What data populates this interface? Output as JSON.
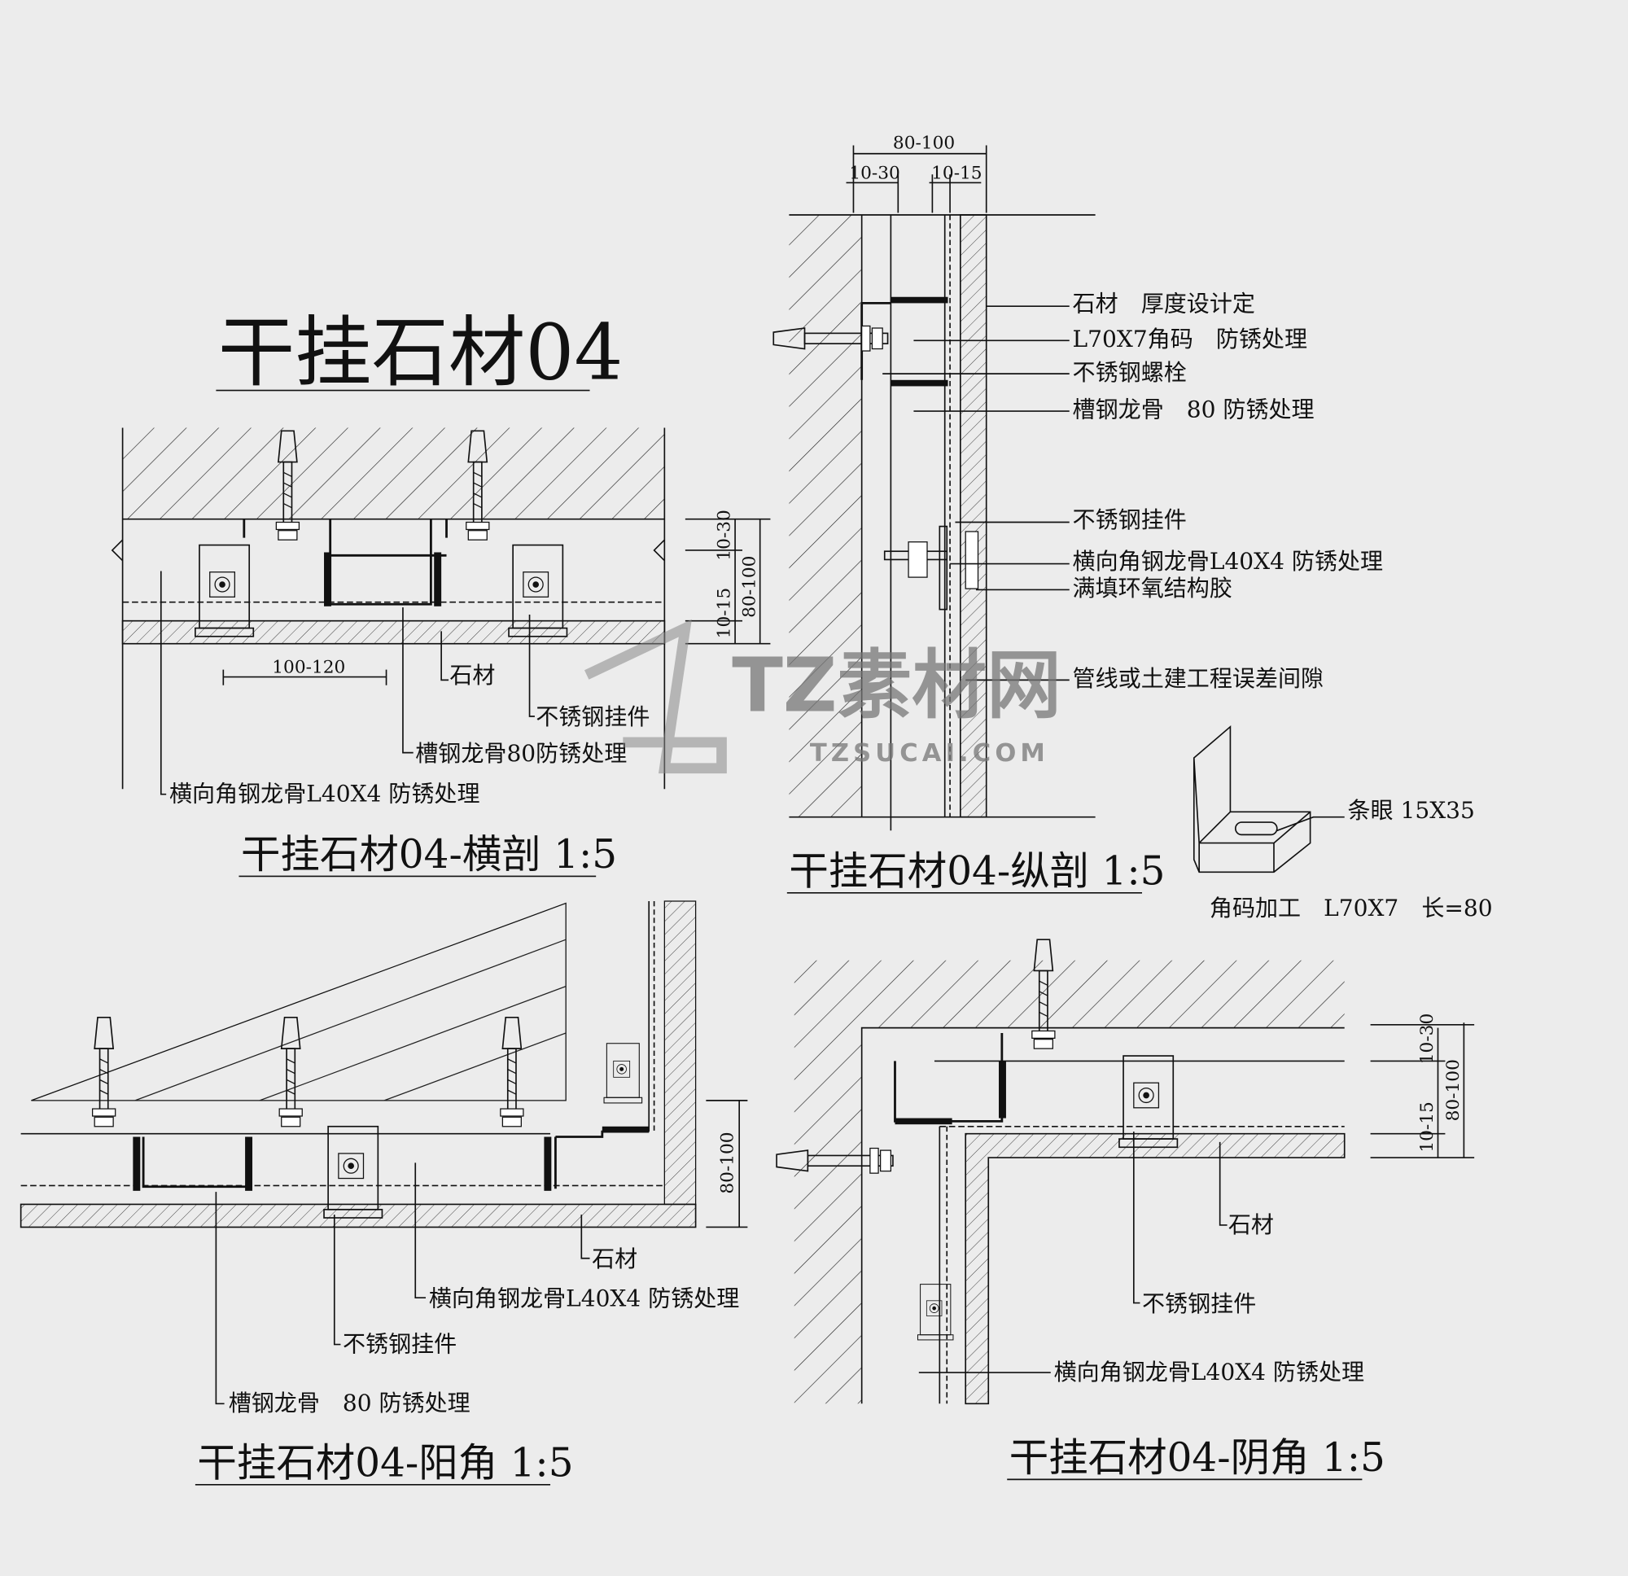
{
  "title": "干挂石材04",
  "watermark": {
    "brand": "TZ素材网",
    "url": "TZSUCAI.COM"
  },
  "cross_section": {
    "caption": "干挂石材04-横剖 1:5",
    "dims": {
      "spacing": "100-120",
      "gap_top": "10-30",
      "total": "80-100",
      "gap_bottom": "10-15"
    },
    "labels": {
      "stone": "石材",
      "hanger": "不锈钢挂件",
      "channel": "槽钢龙骨80防锈处理",
      "angle": "横向角钢龙骨L40X4 防锈处理"
    }
  },
  "long_section": {
    "caption": "干挂石材04-纵剖 1:5",
    "dims": {
      "total": "80-100",
      "gap_left": "10-30",
      "gap_right": "10-15"
    },
    "labels": {
      "stone": "石材　厚度设计定",
      "corner_code": "L70X7角码　防锈处理",
      "bolt": "不锈钢螺栓",
      "channel": "槽钢龙骨　80 防锈处理",
      "hanger": "不锈钢挂件",
      "angle": "横向角钢龙骨L40X4 防锈处理",
      "epoxy": "满填环氧结构胶",
      "gap": "管线或土建工程误差间隙"
    }
  },
  "bracket_detail": {
    "slot": "条眼 15X35",
    "caption": "角码加工　L70X7　长=80"
  },
  "outer_corner": {
    "caption": "干挂石材04-阳角 1:5",
    "dims": {
      "total": "80-100"
    },
    "labels": {
      "stone": "石材",
      "angle": "横向角钢龙骨L40X4 防锈处理",
      "hanger": "不锈钢挂件",
      "channel": "槽钢龙骨　80 防锈处理"
    }
  },
  "inner_corner": {
    "caption": "干挂石材04-阴角 1:5",
    "dims": {
      "gap_top": "10-30",
      "total": "80-100",
      "gap_bottom": "10-15"
    },
    "labels": {
      "stone": "石材",
      "hanger": "不锈钢挂件",
      "angle": "横向角钢龙骨L40X4 防锈处理"
    }
  }
}
